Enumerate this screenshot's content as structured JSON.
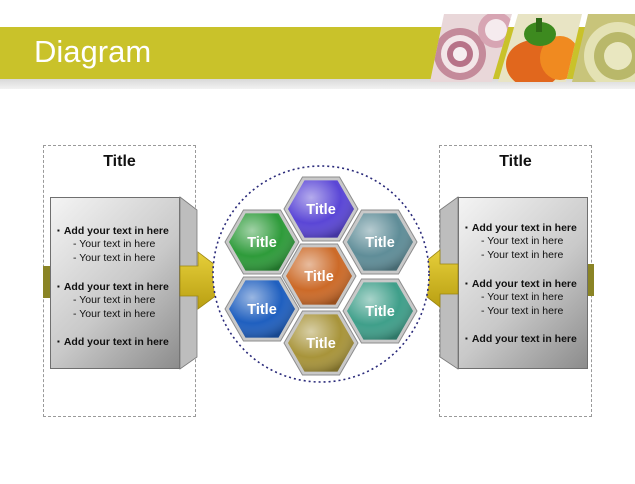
{
  "header": {
    "title": "Diagram"
  },
  "left_panel": {
    "title": "Title",
    "items": [
      {
        "heading": "Add your text in here",
        "subs": [
          "Your text in here",
          "Your text in here"
        ]
      },
      {
        "heading": "Add your text in here",
        "subs": [
          "Your text in here",
          "Your text in here"
        ]
      },
      {
        "heading": "Add your text in here",
        "subs": []
      }
    ]
  },
  "right_panel": {
    "title": "Title",
    "items": [
      {
        "heading": "Add your text in here",
        "subs": [
          "Your text in here",
          "Your text in here"
        ]
      },
      {
        "heading": "Add your text in here",
        "subs": [
          "Your text in here",
          "Your text in here"
        ]
      },
      {
        "heading": "Add your text in here",
        "subs": []
      }
    ]
  },
  "hexagons": [
    {
      "label": "Title",
      "color": "#5a46d6"
    },
    {
      "label": "Title",
      "color": "#2e9b3a"
    },
    {
      "label": "Title",
      "color": "#5f8d98"
    },
    {
      "label": "Title",
      "color": "#cc6a28"
    },
    {
      "label": "Title",
      "color": "#1f5fbf"
    },
    {
      "label": "Title",
      "color": "#3f9f8a"
    },
    {
      "label": "Title",
      "color": "#a8943a"
    }
  ],
  "colors": {
    "banner": "#c9c22a",
    "arrow": "#d8bf22"
  }
}
